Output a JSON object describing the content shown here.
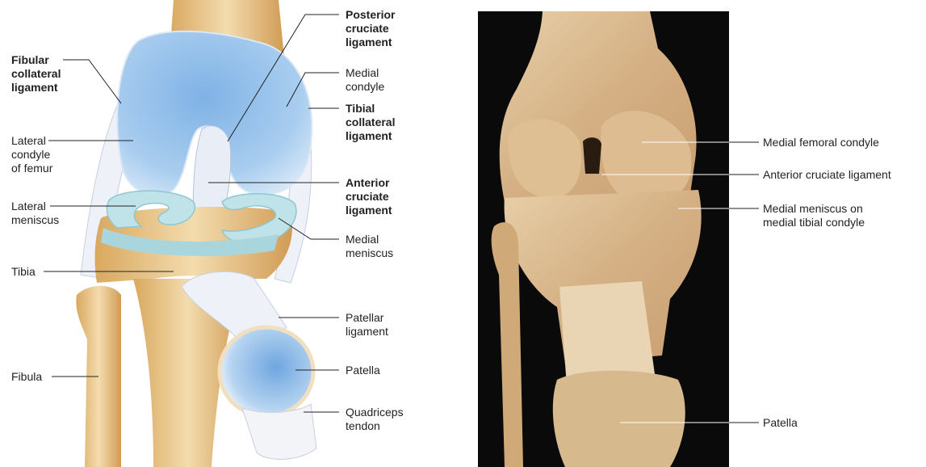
{
  "left_panel": {
    "labels": {
      "posterior_cruciate": "Posterior\ncruciate\nligament",
      "fibular_collateral": "Fibular\ncollateral\nligament",
      "medial_condyle": "Medial\ncondyle",
      "tibial_collateral": "Tibial\ncollateral\nligament",
      "lateral_condyle_femur": "Lateral\ncondyle\nof femur",
      "anterior_cruciate": "Anterior\ncruciate\nligament",
      "lateral_meniscus": "Lateral\nmeniscus",
      "medial_meniscus": "Medial\nmeniscus",
      "tibia": "Tibia",
      "patellar_ligament": "Patellar\nligament",
      "fibula": "Fibula",
      "patella": "Patella",
      "quadriceps_tendon": "Quadriceps\ntendon"
    }
  },
  "right_panel": {
    "labels": {
      "medial_femoral_condyle": "Medial femoral condyle",
      "anterior_cruciate_ligament": "Anterior cruciate ligament",
      "medial_meniscus_tibial": "Medial meniscus on\nmedial tibial condyle",
      "patella": "Patella"
    }
  },
  "colors": {
    "bone": "#e6c48c",
    "cartilage": "#a8cdef",
    "meniscus": "#bfe3e8",
    "ligament": "#eef1f8",
    "photo_bg": "#0a0a0a",
    "photo_tissue": "#d9b98f"
  }
}
